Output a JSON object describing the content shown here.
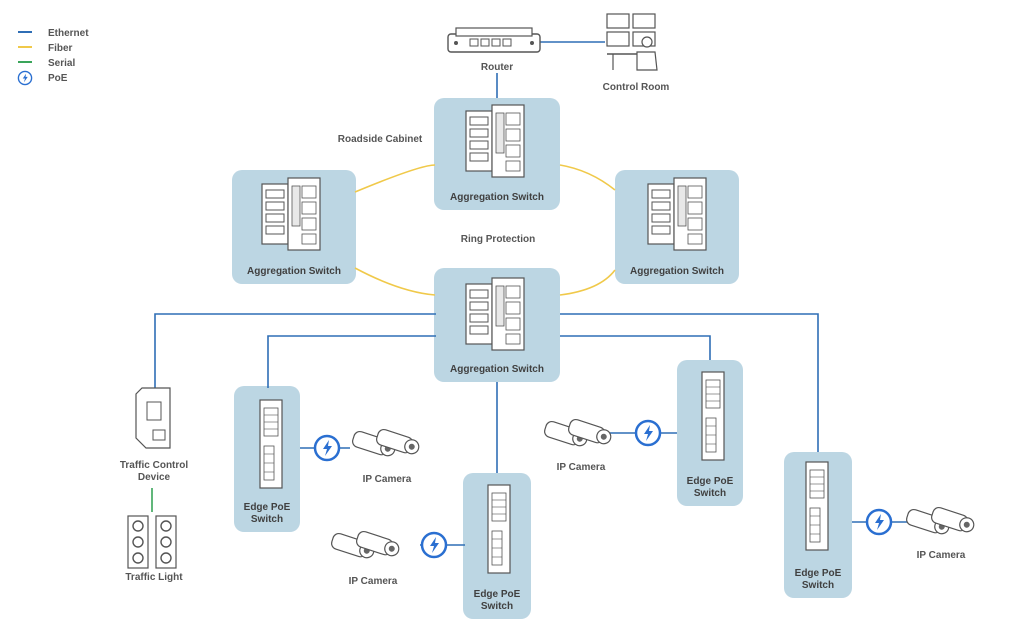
{
  "legend": {
    "ethernet": "Ethernet",
    "fiber": "Fiber",
    "serial": "Serial",
    "poe": "PoE"
  },
  "colors": {
    "ethernet": "#2f6eb5",
    "fiber": "#f0c94a",
    "serial": "#3aa55a",
    "box": "#bcd6e3",
    "poe": "#2a6fd1"
  },
  "top": {
    "router": "Router",
    "control_room": "Control Room"
  },
  "labels": {
    "roadside_cabinet": "Roadside Cabinet",
    "ring_protection": "Ring Protection"
  },
  "agg": {
    "top": "Aggregation Switch",
    "left": "Aggregation Switch",
    "right": "Aggregation Switch",
    "bottom": "Aggregation Switch"
  },
  "edge": {
    "left_l1": "Edge PoE",
    "left_l2": "Switch",
    "center_l1": "Edge PoE",
    "center_l2": "Switch",
    "midright_l1": "Edge PoE",
    "midright_l2": "Switch",
    "right_l1": "Edge PoE",
    "right_l2": "Switch"
  },
  "cameras": {
    "cam1": "IP Camera",
    "cam2": "IP Camera",
    "cam3": "IP Camera",
    "cam4": "IP Camera"
  },
  "traffic": {
    "device_l1": "Traffic Control",
    "device_l2": "Device",
    "light": "Traffic Light"
  }
}
